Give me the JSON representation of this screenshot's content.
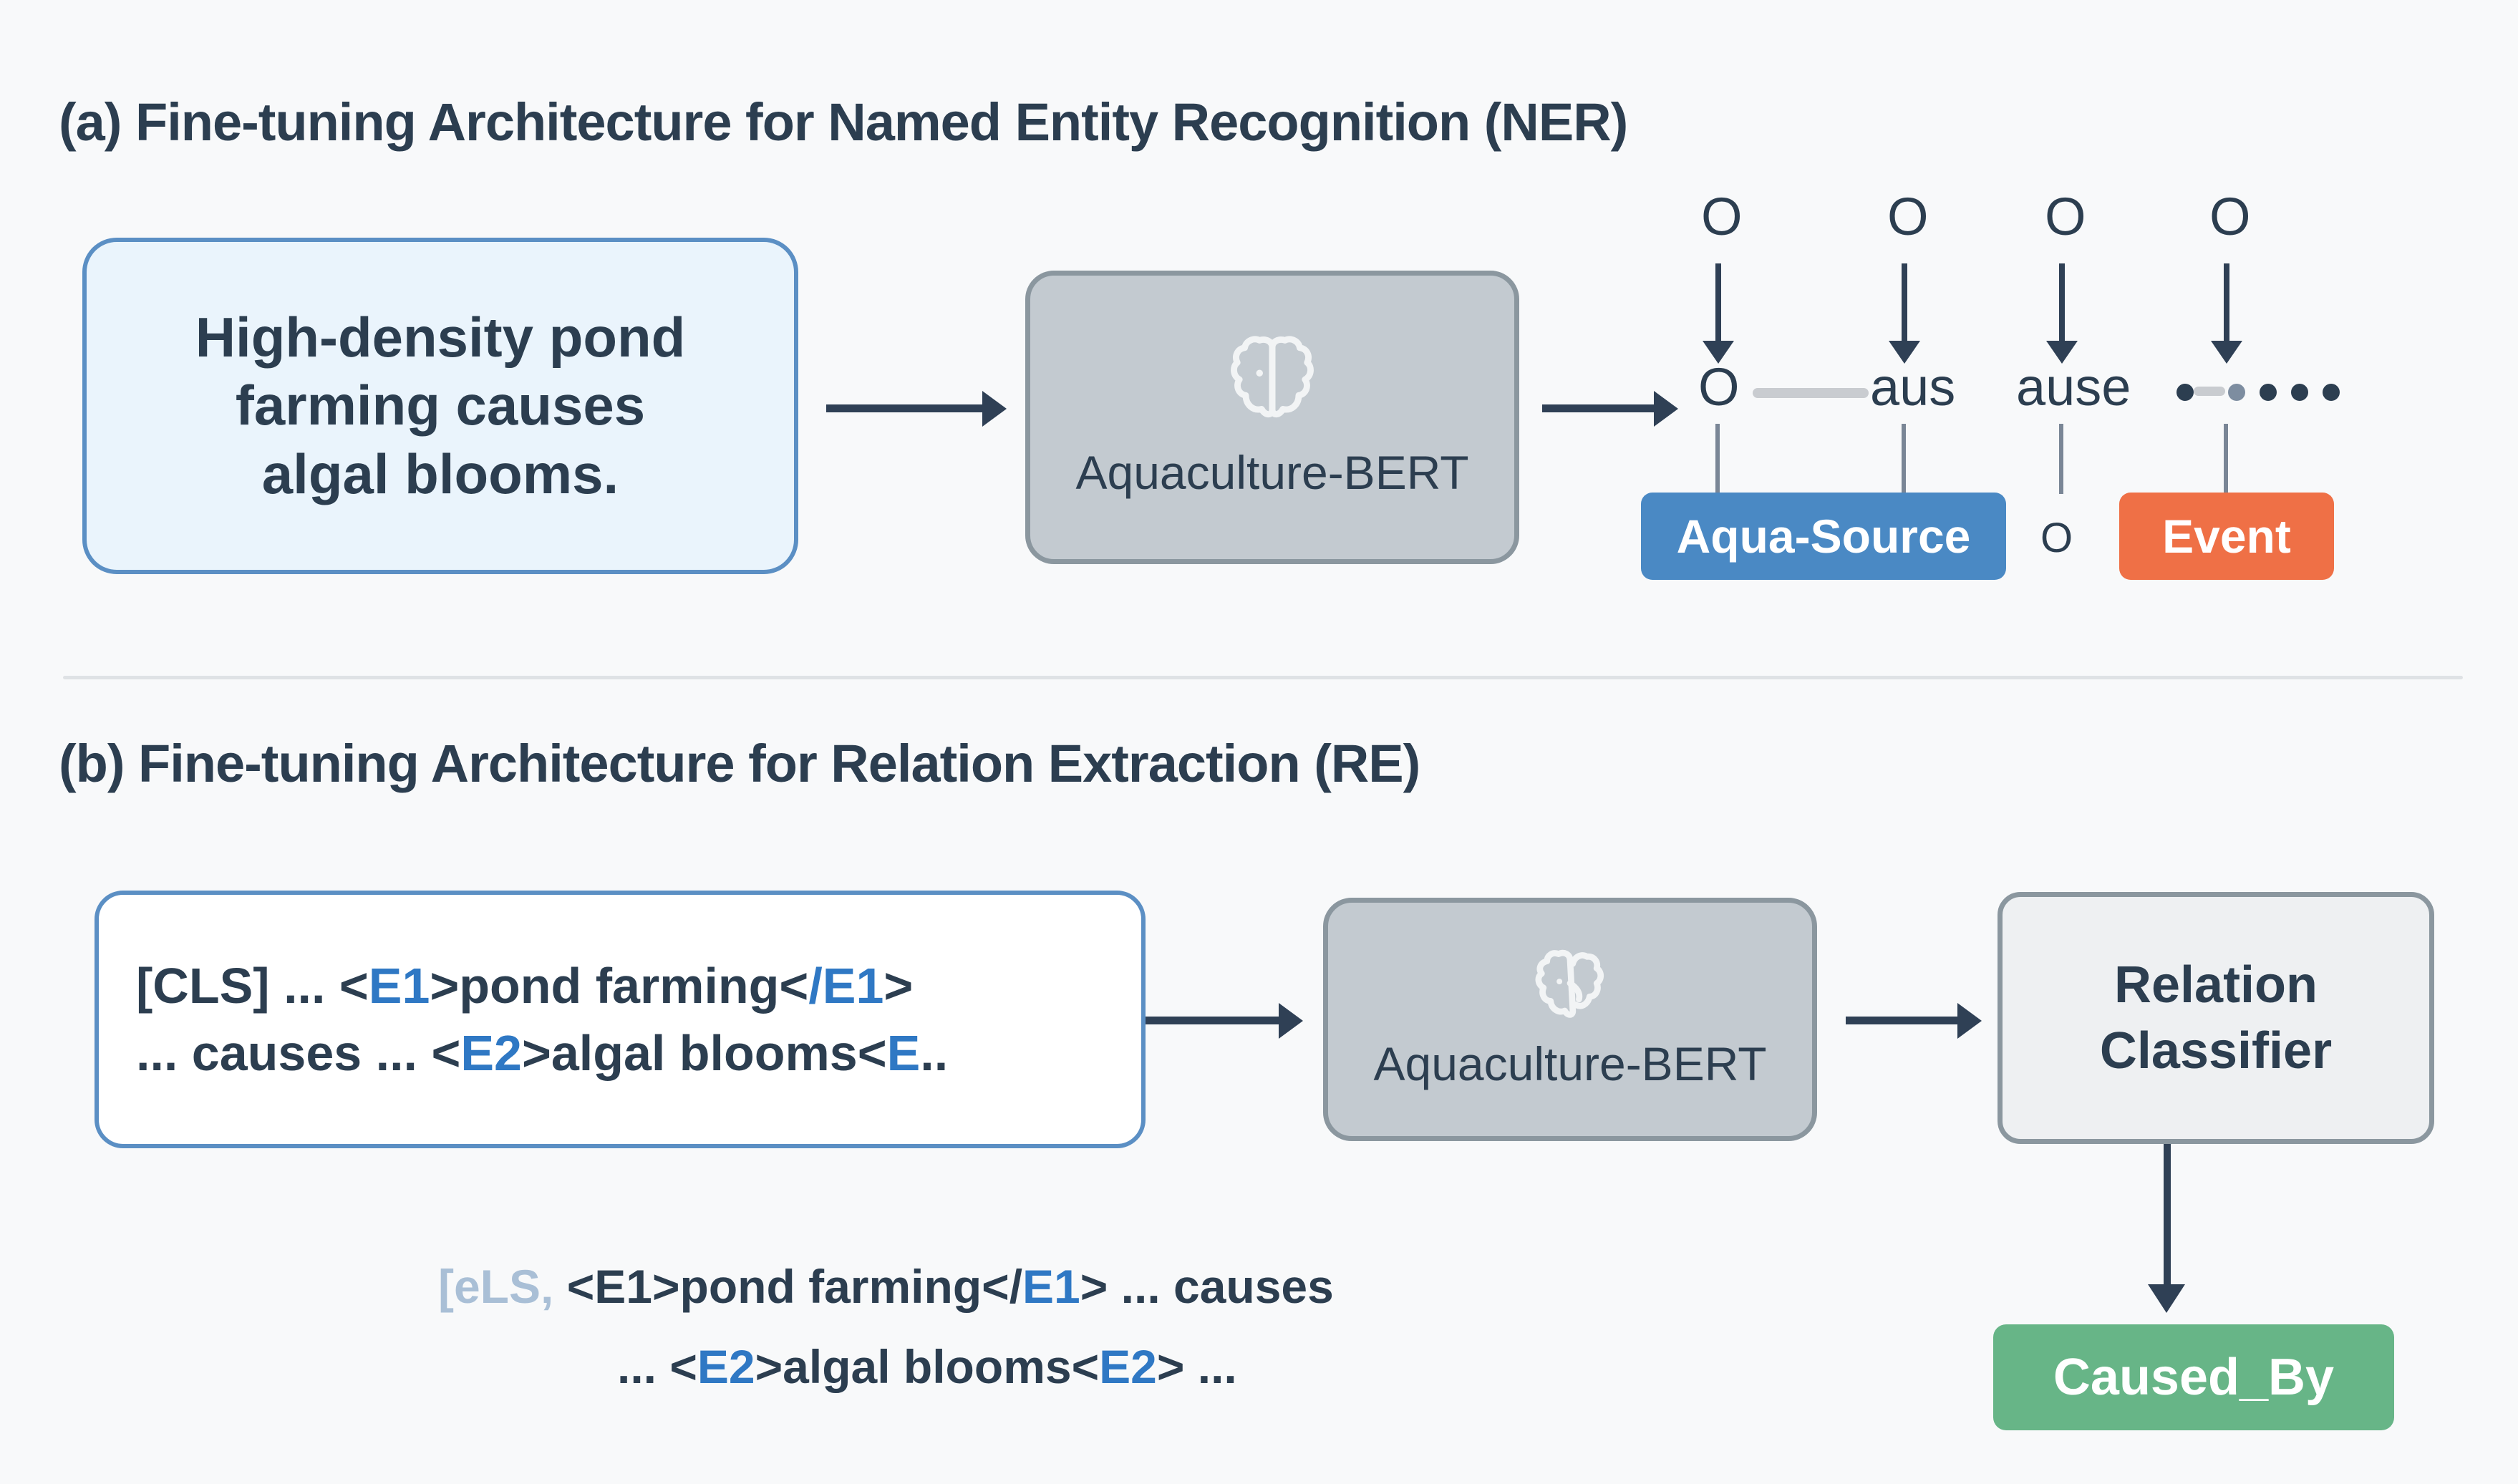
{
  "figure": {
    "background_color": "#f8f9fa",
    "text_color": "#2c3e50",
    "accent_blue": "#5b8fc4",
    "tag_blue": "#4a89c4",
    "tag_orange": "#ef7046",
    "tag_green": "#67b587",
    "bert_gray": "#c3cad0",
    "classifier_gray": "#eef0f2"
  },
  "section_a": {
    "title": "(a) Fine-tuning Architecture for Named Entity Recognition (NER)",
    "input_box": {
      "text": "High-density pond\nfarming causes\nalgal blooms."
    },
    "model_box": {
      "label": "Aquaculture-BERT",
      "icon": "brain-icon"
    },
    "output": {
      "top_labels": [
        "O",
        "O",
        "O",
        "O"
      ],
      "token_row": [
        "O",
        "aus",
        "ause"
      ],
      "ellipsis_dots": 4,
      "tags": [
        {
          "label": "Aqua-Source",
          "color": "#4a89c4",
          "type": "entity"
        },
        {
          "label": "O",
          "color": "",
          "type": "plain"
        },
        {
          "label": "Event",
          "color": "#ef7046",
          "type": "entity"
        }
      ]
    }
  },
  "section_b": {
    "title": "(b) Fine-tuning Architecture for Relation Extraction (RE)",
    "input_box": {
      "line1": [
        {
          "text": "[CLS] ... <",
          "style": "dark"
        },
        {
          "text": "E1",
          "style": "blue"
        },
        {
          "text": ">pond farming<",
          "style": "dark"
        },
        {
          "text": "/E1",
          "style": "blue"
        },
        {
          "text": ">",
          "style": "dark"
        }
      ],
      "line2": [
        {
          "text": "... causes ...  <",
          "style": "dark"
        },
        {
          "text": "E2",
          "style": "blue"
        },
        {
          "text": ">algal blooms<",
          "style": "dark"
        },
        {
          "text": "E",
          "style": "blue"
        },
        {
          "text": "..",
          "style": "dark"
        }
      ]
    },
    "model_box": {
      "label": "Aquaculture-BERT",
      "icon": "brain-icon"
    },
    "classifier_box": {
      "line1": "Relation",
      "line2": "Classifier"
    },
    "result_badge": {
      "label": "Caused_By",
      "color": "#67b587"
    },
    "bottom_sequence": {
      "line1": [
        {
          "text": "[eLS‚",
          "style": "faint"
        },
        {
          "text": " <",
          "style": "dark"
        },
        {
          "text": "E1",
          "style": "dark"
        },
        {
          "text": ">pond farming</",
          "style": "dark"
        },
        {
          "text": "E1",
          "style": "blue"
        },
        {
          "text": "> ...  causes",
          "style": "dark"
        }
      ],
      "line2": [
        {
          "text": "... <",
          "style": "dark"
        },
        {
          "text": "E2",
          "style": "blue"
        },
        {
          "text": ">algal blooms<",
          "style": "dark"
        },
        {
          "text": "E2",
          "style": "blue"
        },
        {
          "text": "> ...",
          "style": "dark"
        }
      ]
    }
  }
}
